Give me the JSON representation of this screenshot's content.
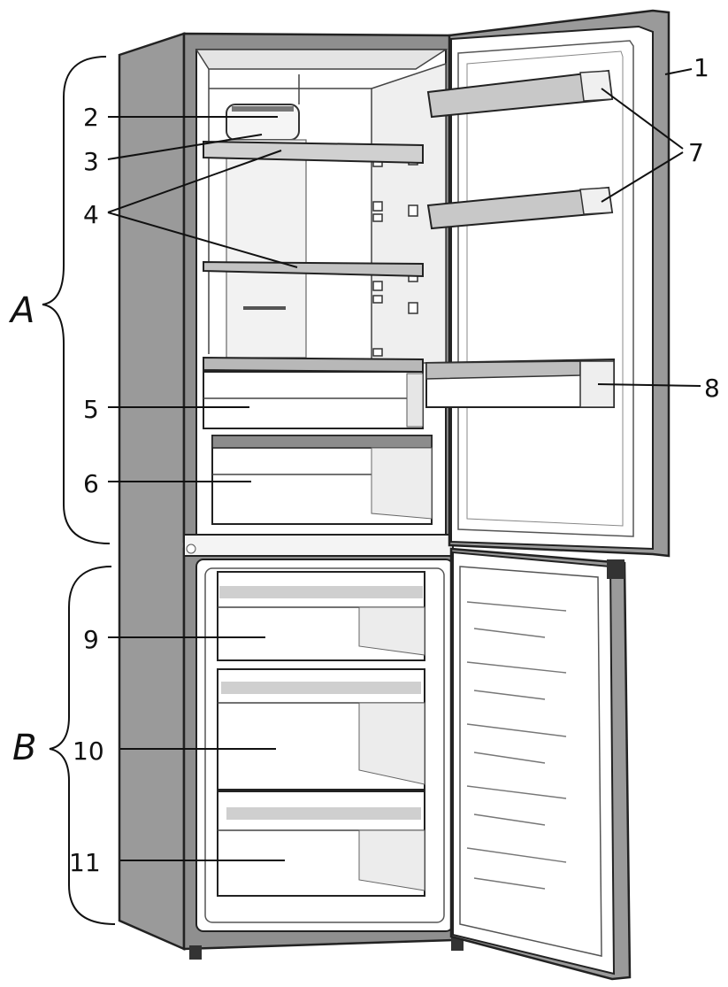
{
  "labels": {
    "n1": "1",
    "n2": "2",
    "n3": "3",
    "n4": "4",
    "n5": "5",
    "n6": "6",
    "n7": "7",
    "n8": "8",
    "n9": "9",
    "n10": "10",
    "n11": "11"
  },
  "sections": {
    "a": "A",
    "b": "B"
  },
  "colors": {
    "body": "#9a9a9a",
    "body_dark": "#7d7d7d",
    "interior": "#ffffff",
    "wall_shade": "#e9e9e9",
    "shelf": "#bdbdbd",
    "ink": "#111111"
  }
}
